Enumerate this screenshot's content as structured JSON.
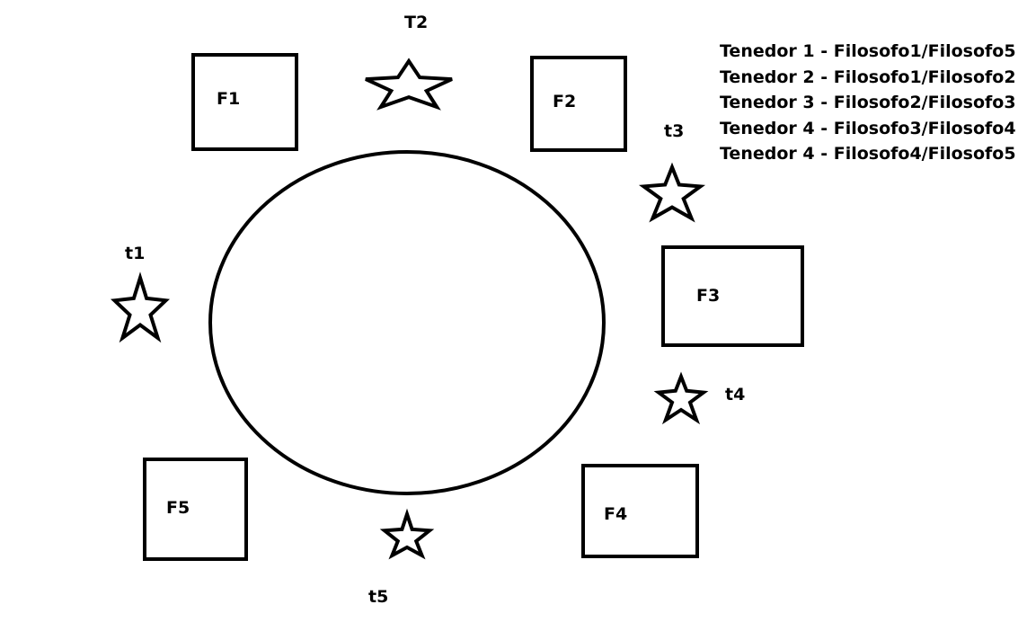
{
  "philosophers": [
    {
      "id": "f1",
      "label": "F1"
    },
    {
      "id": "f2",
      "label": "F2"
    },
    {
      "id": "f3",
      "label": "F3"
    },
    {
      "id": "f4",
      "label": "F4"
    },
    {
      "id": "f5",
      "label": "F5"
    }
  ],
  "forks": [
    {
      "id": "t1",
      "label": "t1"
    },
    {
      "id": "t2",
      "label": "T2"
    },
    {
      "id": "t3",
      "label": "t3"
    },
    {
      "id": "t4",
      "label": "t4"
    },
    {
      "id": "t5",
      "label": "t5"
    }
  ],
  "legend": [
    "Tenedor 1 - Filosofo1/Filosofo5",
    "Tenedor 2 - Filosofo1/Filosofo2",
    "Tenedor 3 - Filosofo2/Filosofo3",
    "Tenedor 4 - Filosofo3/Filosofo4",
    "Tenedor 4 - Filosofo4/Filosofo5"
  ],
  "colors": {
    "stroke": "#000000",
    "background": "#ffffff"
  }
}
